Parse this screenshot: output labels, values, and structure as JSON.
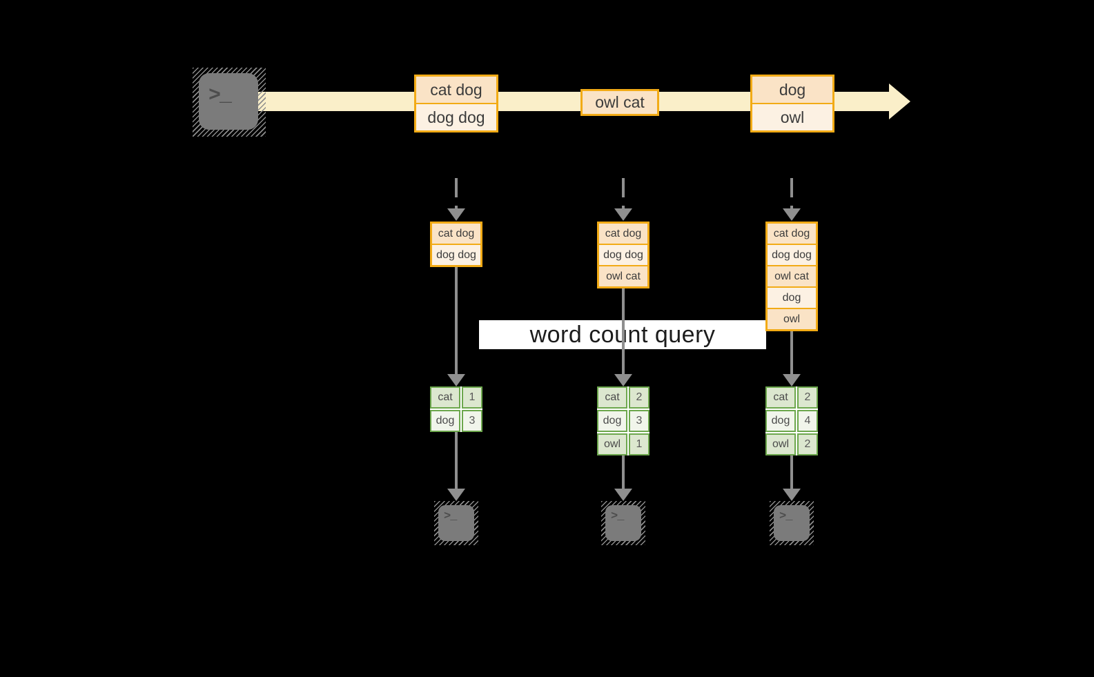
{
  "source_terminal": {
    "prompt_glyph": ">_"
  },
  "stream": {
    "events": [
      {
        "lines": [
          "cat dog",
          "dog dog"
        ]
      },
      {
        "lines": [
          "owl cat"
        ]
      },
      {
        "lines": [
          "dog",
          "owl"
        ]
      }
    ]
  },
  "query": {
    "label": "word count query"
  },
  "columns": [
    {
      "state_cells": [
        "cat dog",
        "dog dog"
      ],
      "result_rows": [
        {
          "word": "cat",
          "count": "1"
        },
        {
          "word": "dog",
          "count": "3"
        }
      ],
      "terminal_prompt": ">_"
    },
    {
      "state_cells": [
        "cat dog",
        "dog dog",
        "owl cat"
      ],
      "result_rows": [
        {
          "word": "cat",
          "count": "2"
        },
        {
          "word": "dog",
          "count": "3"
        },
        {
          "word": "owl",
          "count": "1"
        }
      ],
      "terminal_prompt": ">_"
    },
    {
      "state_cells": [
        "cat dog",
        "dog dog",
        "owl cat",
        "dog",
        "owl"
      ],
      "result_rows": [
        {
          "word": "cat",
          "count": "2"
        },
        {
          "word": "dog",
          "count": "4"
        },
        {
          "word": "owl",
          "count": "2"
        }
      ],
      "terminal_prompt": ">_"
    }
  ],
  "colors": {
    "stream_band": "#faefc9",
    "event_border": "#f2ab16",
    "event_fill_dark": "#fae3c6",
    "event_fill_light": "#fcf1e3",
    "result_border": "#6ca74c",
    "result_fill_dark": "#dce7cf",
    "result_fill_light": "#f1f5eb",
    "arrow": "#8f8f8f",
    "terminal": "#7b7b7b",
    "query_band": "#ffffff"
  }
}
